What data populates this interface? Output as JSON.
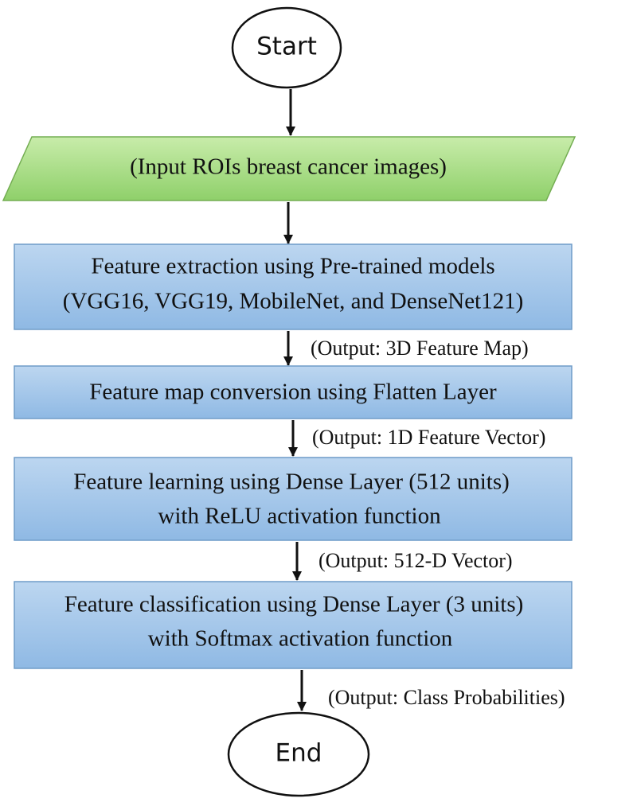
{
  "start": {
    "label": "Start"
  },
  "input": {
    "label": "(Input ROIs breast cancer images)"
  },
  "steps": [
    {
      "lines": [
        "Feature extraction using Pre-trained models",
        "(VGG16, VGG19, MobileNet, and DenseNet121)"
      ],
      "output": "(Output: 3D Feature Map)"
    },
    {
      "lines": [
        "Feature map conversion using Flatten Layer"
      ],
      "output": "(Output: 1D Feature Vector)"
    },
    {
      "lines": [
        "Feature learning using Dense Layer (512 units)",
        "with ReLU activation function"
      ],
      "output": "(Output: 512-D Vector)"
    },
    {
      "lines": [
        "Feature classification using Dense Layer (3 units)",
        "with Softmax activation function"
      ],
      "output": "(Output: Class Probabilities)"
    }
  ],
  "end": {
    "label": "End"
  },
  "colors": {
    "box_fill_top": "#bcd6f0",
    "box_fill_bottom": "#8fb9e4",
    "box_stroke": "#6f9cc8",
    "input_fill_top": "#c8ecaa",
    "input_fill_bottom": "#8fd06a",
    "input_stroke": "#73ad52",
    "arrow": "#111111"
  }
}
